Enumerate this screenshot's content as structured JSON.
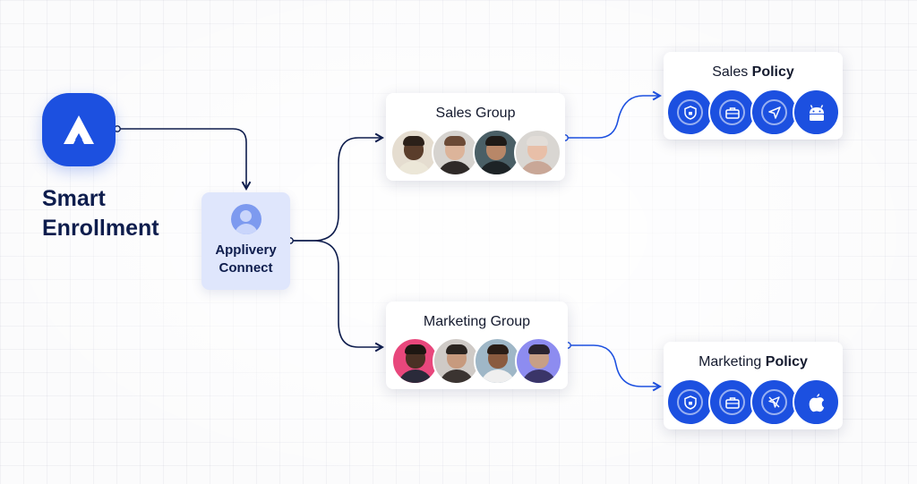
{
  "title": "Smart Enrollment",
  "connect": {
    "label": "Applivery Connect"
  },
  "groups": [
    {
      "name": "Sales Group",
      "members": 4
    },
    {
      "name": "Marketing Group",
      "members": 4
    }
  ],
  "policies": [
    {
      "prefix": "Sales ",
      "suffix": "Policy",
      "icons": [
        "shield-lock-icon",
        "briefcase-icon",
        "navigation-arrow-icon",
        "android-icon"
      ]
    },
    {
      "prefix": "Marketing ",
      "suffix": "Policy",
      "icons": [
        "shield-lock-icon",
        "briefcase-icon",
        "no-location-icon",
        "apple-icon"
      ]
    }
  ],
  "colors": {
    "brand": "#1c50e0",
    "navy": "#0e1d4d",
    "connect_bg": "#dfe6fc"
  }
}
